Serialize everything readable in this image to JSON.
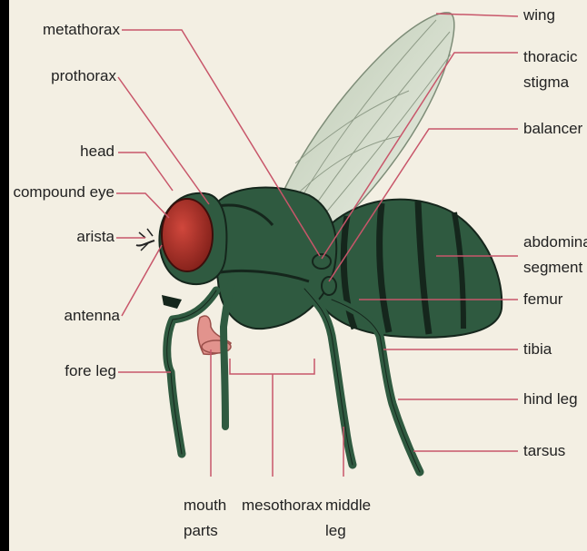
{
  "labels": {
    "metathorax": "metathorax",
    "prothorax": "prothorax",
    "head": "head",
    "compound_eye": "compound eye",
    "arista": "arista",
    "antenna": "antenna",
    "fore_leg": "fore leg",
    "mouth_parts_1": "mouth",
    "mouth_parts_2": "parts",
    "mesothorax": "mesothorax",
    "middle_leg_1": "middle",
    "middle_leg_2": "leg",
    "wing": "wing",
    "thoracic_stigma_1": "thoracic",
    "thoracic_stigma_2": "stigma",
    "balancer": "balancer",
    "abdominal_segment_1": "abdominal",
    "abdominal_segment_2": "segment",
    "femur": "femur",
    "tibia": "tibia",
    "hind_leg": "hind leg",
    "tarsus": "tarsus"
  },
  "colors": {
    "background": "#f3efe3",
    "body": "#2f5a40",
    "body_dark": "#15261c",
    "eye": "#b0332a",
    "wing": "#d7e0cf",
    "mouth": "#e2938d",
    "leader_line": "#c8566a"
  }
}
